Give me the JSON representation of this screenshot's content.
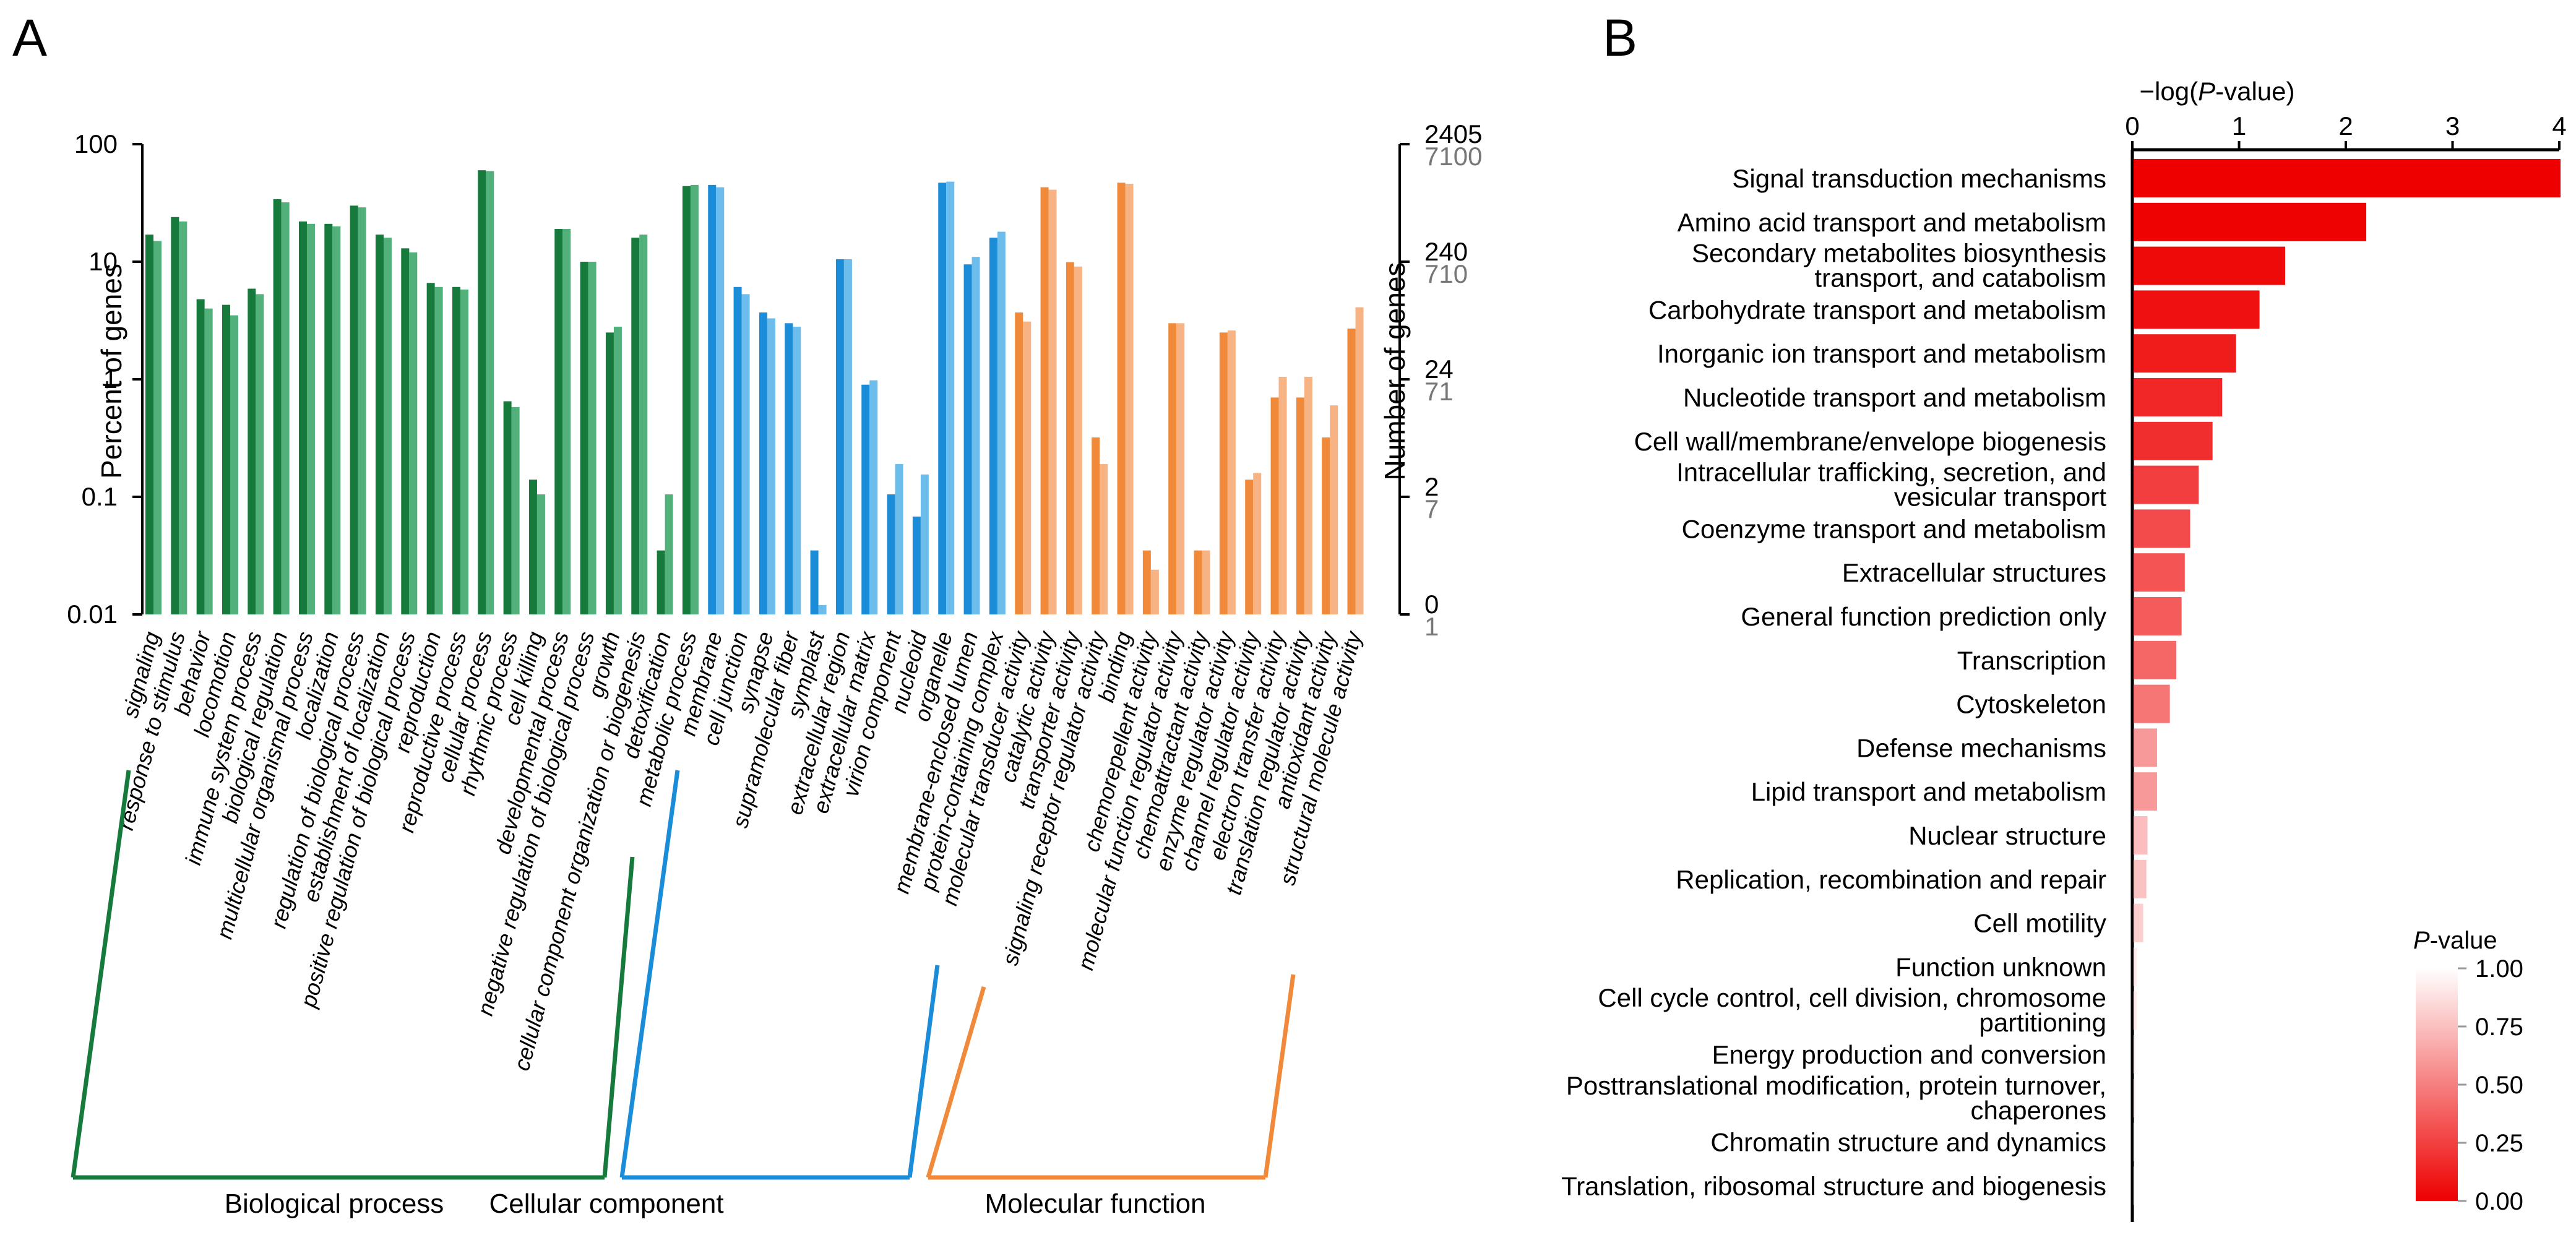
{
  "panels": {
    "A": {
      "letter": "A"
    },
    "B": {
      "letter": "B"
    }
  },
  "colors": {
    "bp_dark": "#157A3C",
    "bp_light": "#52B07A",
    "cc_dark": "#1A8CD8",
    "cc_light": "#6CBDEC",
    "mf_dark": "#F08A3A",
    "mf_light": "#F7B383",
    "bar_max": "#EE0000",
    "bar_min": "#FFFFFF"
  },
  "chart_data": [
    {
      "type": "bar",
      "panel": "A",
      "title": "",
      "ylabel": "Percent of genes",
      "y2label": "Number of genes",
      "yscale": "log",
      "ylim": [
        0.01,
        100
      ],
      "yticks": [
        "100",
        "10",
        "1",
        "0.1",
        "0.01"
      ],
      "y2ticks": [
        {
          "dark": "2405",
          "light": "7100"
        },
        {
          "dark": "240",
          "light": "710"
        },
        {
          "dark": "24",
          "light": "71"
        },
        {
          "dark": "2",
          "light": "7"
        },
        {
          "dark": "0",
          "light": "1"
        }
      ],
      "categories": [
        "signaling",
        "response to stimulus",
        "behavior",
        "locomotion",
        "immune system process",
        "biological regulation",
        "multicellular organismal process",
        "localization",
        "regulation of biological process",
        "establishment of localization",
        "positive regulation of biological process",
        "reproduction",
        "reproductive process",
        "cellular process",
        "rhythmic process",
        "cell killing",
        "developmental process",
        "negative regulation of biological process",
        "growth",
        "cellular component organization or biogenesis",
        "detoxification",
        "metabolic process",
        "membrane",
        "cell junction",
        "synapse",
        "supramolecular fiber",
        "symplast",
        "extracellular region",
        "extracellular matrix",
        "virion component",
        "nucleoid",
        "organelle",
        "membrane-enclosed lumen",
        "protein-containing complex",
        "molecular transducer activity",
        "catalytic activity",
        "transporter activity",
        "signaling receptor regulator activity",
        "binding",
        "chemorepellent activity",
        "molecular function regulator activity",
        "chemoattractant activity",
        "enzyme regulator activity",
        "channel regulator activity",
        "electron transfer activity",
        "translation regulator activity",
        "antioxidant activity",
        "structural molecule activity"
      ],
      "groups": [
        {
          "name": "Biological process",
          "start": 0,
          "end": 21
        },
        {
          "name": "Cellular component",
          "start": 22,
          "end": 33
        },
        {
          "name": "Molecular function",
          "start": 34,
          "end": 47
        }
      ],
      "series": [
        {
          "values": [
            17,
            24,
            4.8,
            4.3,
            5.9,
            34,
            22,
            21,
            30,
            17,
            13,
            6.6,
            6.1,
            60,
            0.65,
            0.14,
            19,
            10,
            2.5,
            16,
            0.035,
            44,
            45,
            6.1,
            3.7,
            3.0,
            0.035,
            10.5,
            0.9,
            0.105,
            0.068,
            47,
            9.5,
            16,
            3.7,
            43,
            9.9,
            0.32,
            47,
            0.035,
            3.0,
            0.035,
            2.5,
            0.14,
            0.7,
            0.7,
            0.32,
            2.7
          ]
        },
        {
          "values": [
            15,
            22,
            4.0,
            3.5,
            5.3,
            32,
            21,
            20,
            29,
            16,
            12,
            6.1,
            5.8,
            59,
            0.58,
            0.105,
            19,
            10,
            2.8,
            17,
            0.105,
            45,
            43,
            5.3,
            3.3,
            2.8,
            0.012,
            10.5,
            0.98,
            0.19,
            0.155,
            48,
            11,
            18,
            3.1,
            41,
            9.1,
            0.19,
            46,
            0.024,
            3.0,
            0.035,
            2.6,
            0.16,
            1.05,
            1.05,
            0.6,
            4.1
          ]
        }
      ]
    },
    {
      "type": "bar",
      "orientation": "horizontal",
      "panel": "B",
      "xlabel_prefix": "−log(",
      "xlabel_italic": "P",
      "xlabel_suffix": "-value)",
      "xlim": [
        0,
        4
      ],
      "xticks": [
        "0",
        "1",
        "2",
        "3",
        "4"
      ],
      "legend_title_italic": "P",
      "legend_title_suffix": "-value",
      "legend_ticks": [
        "1.00",
        "0.75",
        "0.50",
        "0.25",
        "0.00"
      ],
      "legend_range": [
        0,
        1
      ],
      "categories": [
        [
          "Signal transduction mechanisms"
        ],
        [
          "Amino acid transport and metabolism"
        ],
        [
          "Secondary metabolites biosynthesis",
          "transport, and catabolism"
        ],
        [
          "Carbohydrate transport and metabolism"
        ],
        [
          "Inorganic ion transport and metabolism"
        ],
        [
          "Nucleotide transport and metabolism"
        ],
        [
          "Cell wall/membrane/envelope biogenesis"
        ],
        [
          "Intracellular trafficking, secretion, and",
          "vesicular transport"
        ],
        [
          "Coenzyme transport and metabolism"
        ],
        [
          "Extracellular structures"
        ],
        [
          "General function prediction only"
        ],
        [
          "Transcription"
        ],
        [
          "Cytoskeleton"
        ],
        [
          "Defense mechanisms"
        ],
        [
          "Lipid transport and metabolism"
        ],
        [
          "Nuclear structure"
        ],
        [
          "Replication, recombination and repair"
        ],
        [
          "Cell motility"
        ],
        [
          "Function unknown"
        ],
        [
          "Cell cycle control, cell division, chromosome",
          "partitioning"
        ],
        [
          "Energy production and conversion"
        ],
        [
          "Posttranslational modification, protein turnover,",
          "chaperones"
        ],
        [
          "Chromatin structure and dynamics"
        ],
        [
          "Translation, ribosomal structure and biogenesis"
        ]
      ],
      "values": [
        4.0,
        2.18,
        1.42,
        1.18,
        0.96,
        0.83,
        0.74,
        0.61,
        0.53,
        0.48,
        0.45,
        0.4,
        0.34,
        0.22,
        0.22,
        0.13,
        0.12,
        0.09,
        0.03,
        0.03,
        0.02,
        0.02,
        0.01,
        0.01
      ],
      "pvalues": [
        0.0001,
        0.0066,
        0.038,
        0.066,
        0.11,
        0.148,
        0.18,
        0.245,
        0.295,
        0.33,
        0.355,
        0.4,
        0.457,
        0.6,
        0.6,
        0.74,
        0.76,
        0.81,
        0.93,
        0.93,
        0.955,
        0.955,
        0.98,
        0.98
      ]
    }
  ]
}
